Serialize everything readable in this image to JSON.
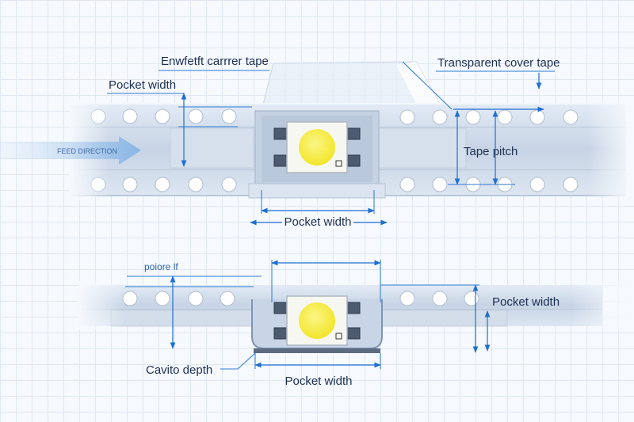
{
  "top_view": {
    "label_carrier_tape": "Enwfetft carrrer tape",
    "label_pocket_width_left": "Pocket width",
    "label_cover_tape": "Transparent cover tape",
    "label_feed_direction": "FEED DIRECTION",
    "label_tape_pitch": "Tape pitch",
    "label_pocket_width_bottom": "Pocket width"
  },
  "side_view": {
    "label_pocket_left": "poiore lf",
    "label_pocket_width_right": "Pocket width",
    "label_cavity_depth": "Cavito depth",
    "label_pocket_width_bottom": "Pocket width"
  },
  "colors": {
    "dimension_line": "#1f6fd1",
    "tape": "#c9d6e6",
    "led_dome": "#f5ec3d"
  }
}
